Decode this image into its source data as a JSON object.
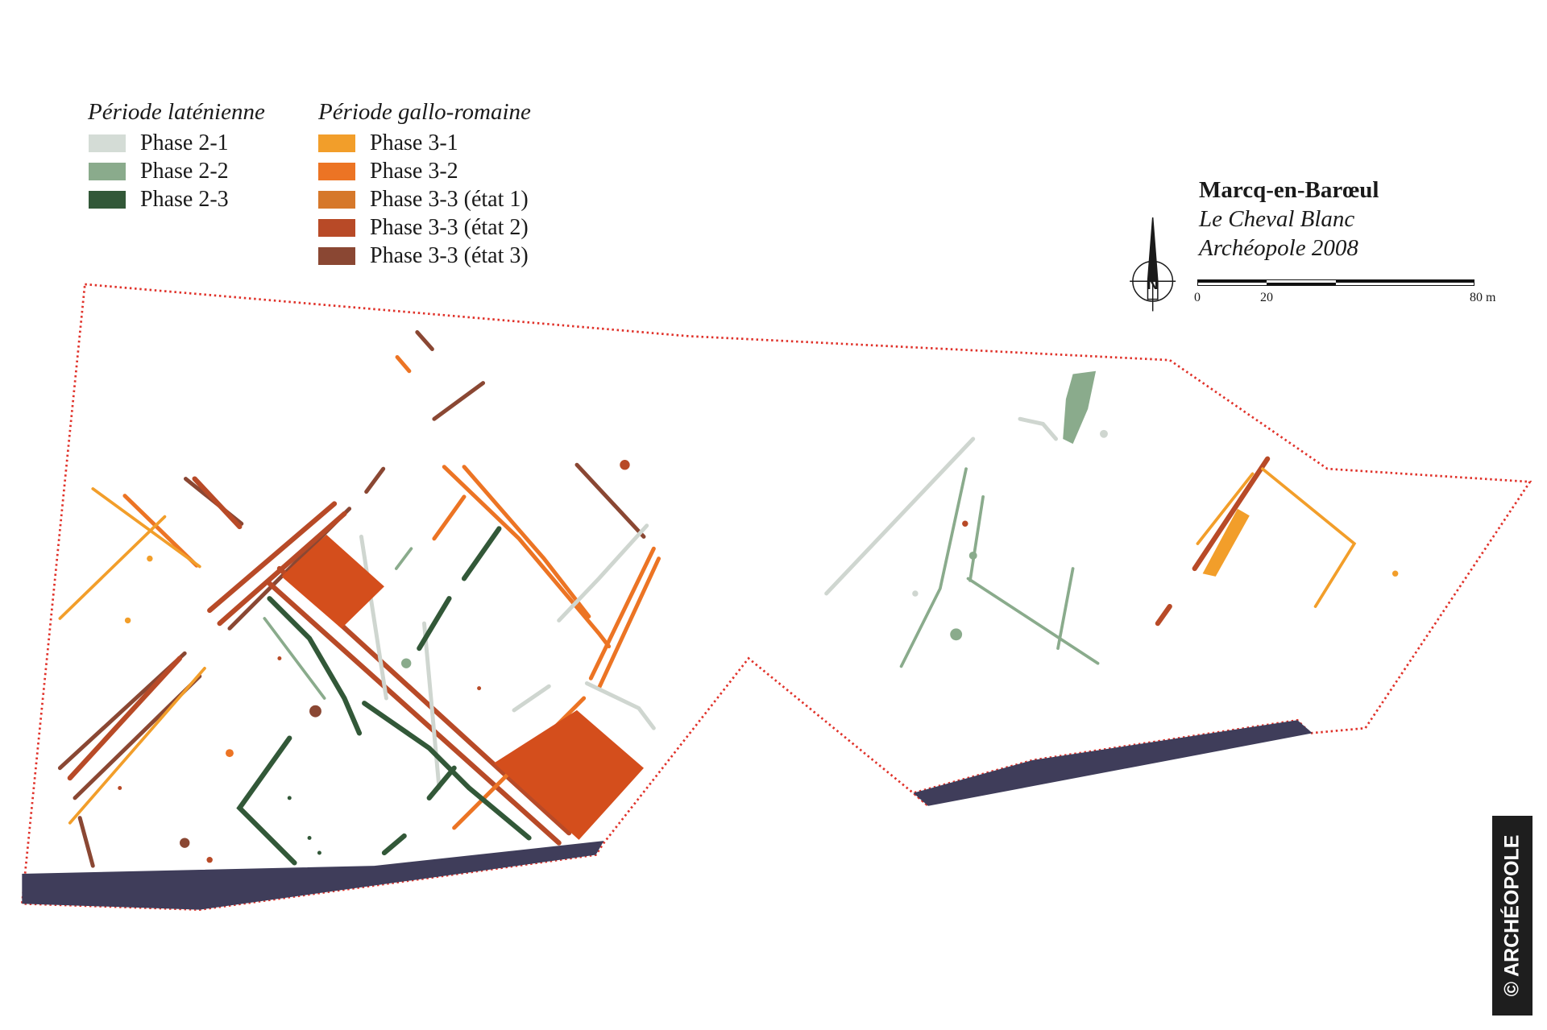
{
  "legend": {
    "laten": {
      "title": "Période laténienne",
      "items": [
        {
          "label": "Phase 2-1",
          "color": "#d4dcd6"
        },
        {
          "label": "Phase 2-2",
          "color": "#8aab8c"
        },
        {
          "label": "Phase 2-3",
          "color": "#325838"
        }
      ]
    },
    "gallo": {
      "title": "Période gallo-romaine",
      "items": [
        {
          "label": "Phase 3-1",
          "color": "#f29e2a"
        },
        {
          "label": "Phase 3-2",
          "color": "#ec7424"
        },
        {
          "label": "Phase 3-3 (état 1)",
          "color": "#d6782a"
        },
        {
          "label": "Phase 3-3 (état 2)",
          "color": "#b84a27"
        },
        {
          "label": "Phase 3-3 (état 3)",
          "color": "#8a4733"
        }
      ]
    }
  },
  "title": {
    "site": "Marcq-en-Barœul",
    "place": "Le Cheval Blanc",
    "org": "Archéopole 2008"
  },
  "north_label": "N",
  "scale": {
    "ticks": [
      "0",
      "20",
      "80 m"
    ]
  },
  "copyright": "© ARCHÉOPOLE",
  "colors": {
    "boundary": "#e0322a",
    "band": "#3f3d5a"
  }
}
